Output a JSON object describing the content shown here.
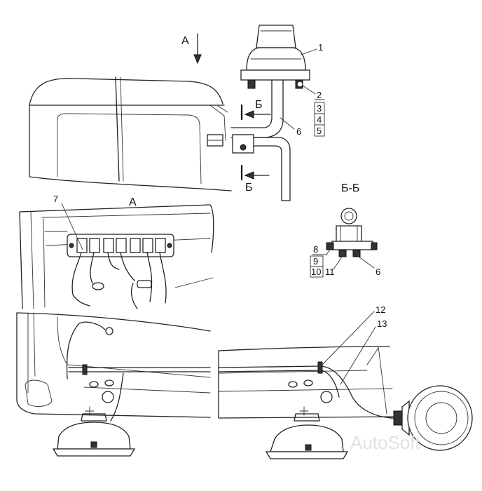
{
  "views": {
    "view_a_arrow": "А",
    "view_a_title": "А",
    "section_arrow_top": "Б",
    "section_arrow_bottom": "Б",
    "section_title": "Б-Б"
  },
  "callouts": {
    "c1": "1",
    "c2": "2",
    "c3": "3",
    "c4": "4",
    "c5": "5",
    "c6_top": "6",
    "c6_section": "6",
    "c7": "7",
    "c8": "8",
    "c9": "9",
    "c10": "10",
    "c11": "11",
    "c12": "12",
    "c13": "13"
  },
  "watermark": "AutoSoft"
}
